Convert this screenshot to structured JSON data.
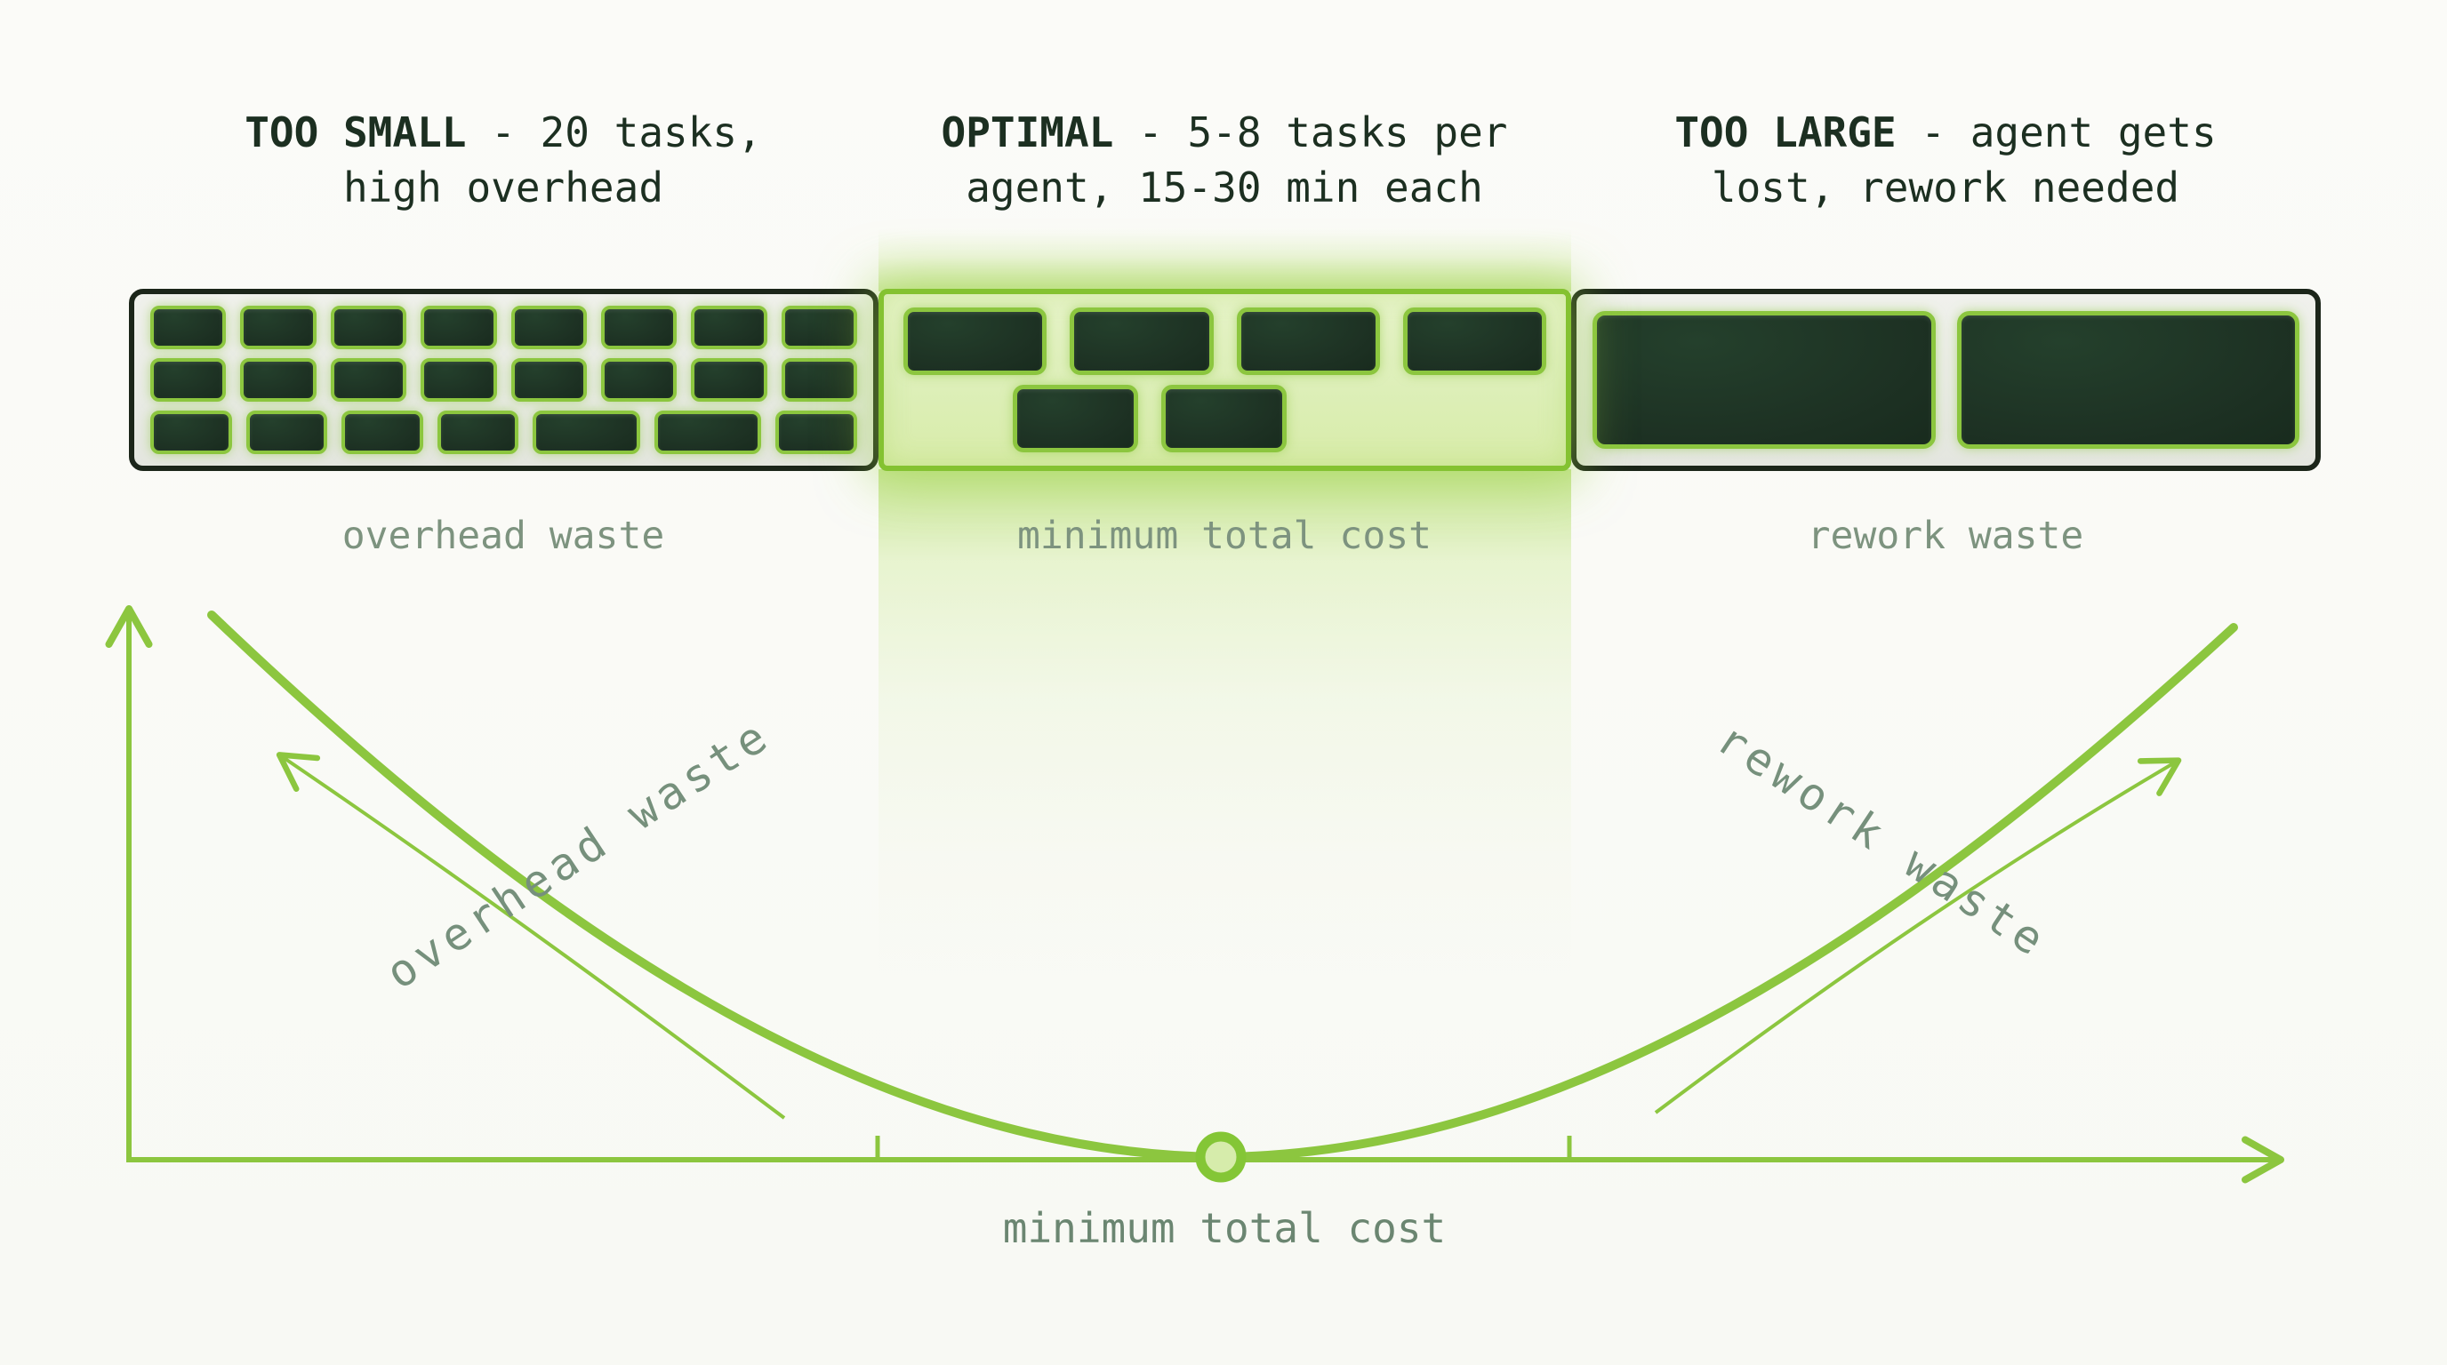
{
  "panels": [
    {
      "id": "too-small",
      "title_keyword": "TOO SMALL",
      "title_rest": " - 20 tasks, high overhead",
      "caption": "overhead waste",
      "rows": [
        {
          "fill": true,
          "widths": [
            1,
            1,
            1,
            1,
            1,
            1,
            1,
            1
          ]
        },
        {
          "fill": true,
          "widths": [
            1,
            1,
            1,
            1,
            1,
            1,
            1,
            1
          ]
        },
        {
          "fill": true,
          "widths": [
            1,
            1,
            1,
            1,
            1.35,
            1.35,
            1
          ]
        }
      ]
    },
    {
      "id": "optimal",
      "title_keyword": "OPTIMAL",
      "title_rest": " - 5-8 tasks per agent, 15-30 min each",
      "caption": "minimum total cost",
      "rows": [
        {
          "fill": true,
          "widths": [
            1,
            1,
            1,
            1
          ]
        },
        {
          "fill": false,
          "offset": 17,
          "widths": [
            23.5,
            23.5
          ]
        }
      ]
    },
    {
      "id": "too-large",
      "title_keyword": "TOO LARGE",
      "title_rest": " - agent gets lost, rework needed",
      "caption": "rework waste",
      "rows": [
        {
          "fill": true,
          "widths": [
            1,
            1
          ]
        }
      ]
    }
  ],
  "curve": {
    "overhead_arrow_label": "overhead waste",
    "rework_arrow_label": "rework waste",
    "minimum_point_label": "minimum total cost"
  },
  "colors": {
    "accent_green": "#8cc63f",
    "dark_block_fill": "#1d3123",
    "dark_panel_border": "#1b2519",
    "panel_gray_fill": "#e9ebe5",
    "highlight_fill": "#ddefb8",
    "caption_gray_green": "#7d937f",
    "title_dark_green": "#1c2f21"
  }
}
